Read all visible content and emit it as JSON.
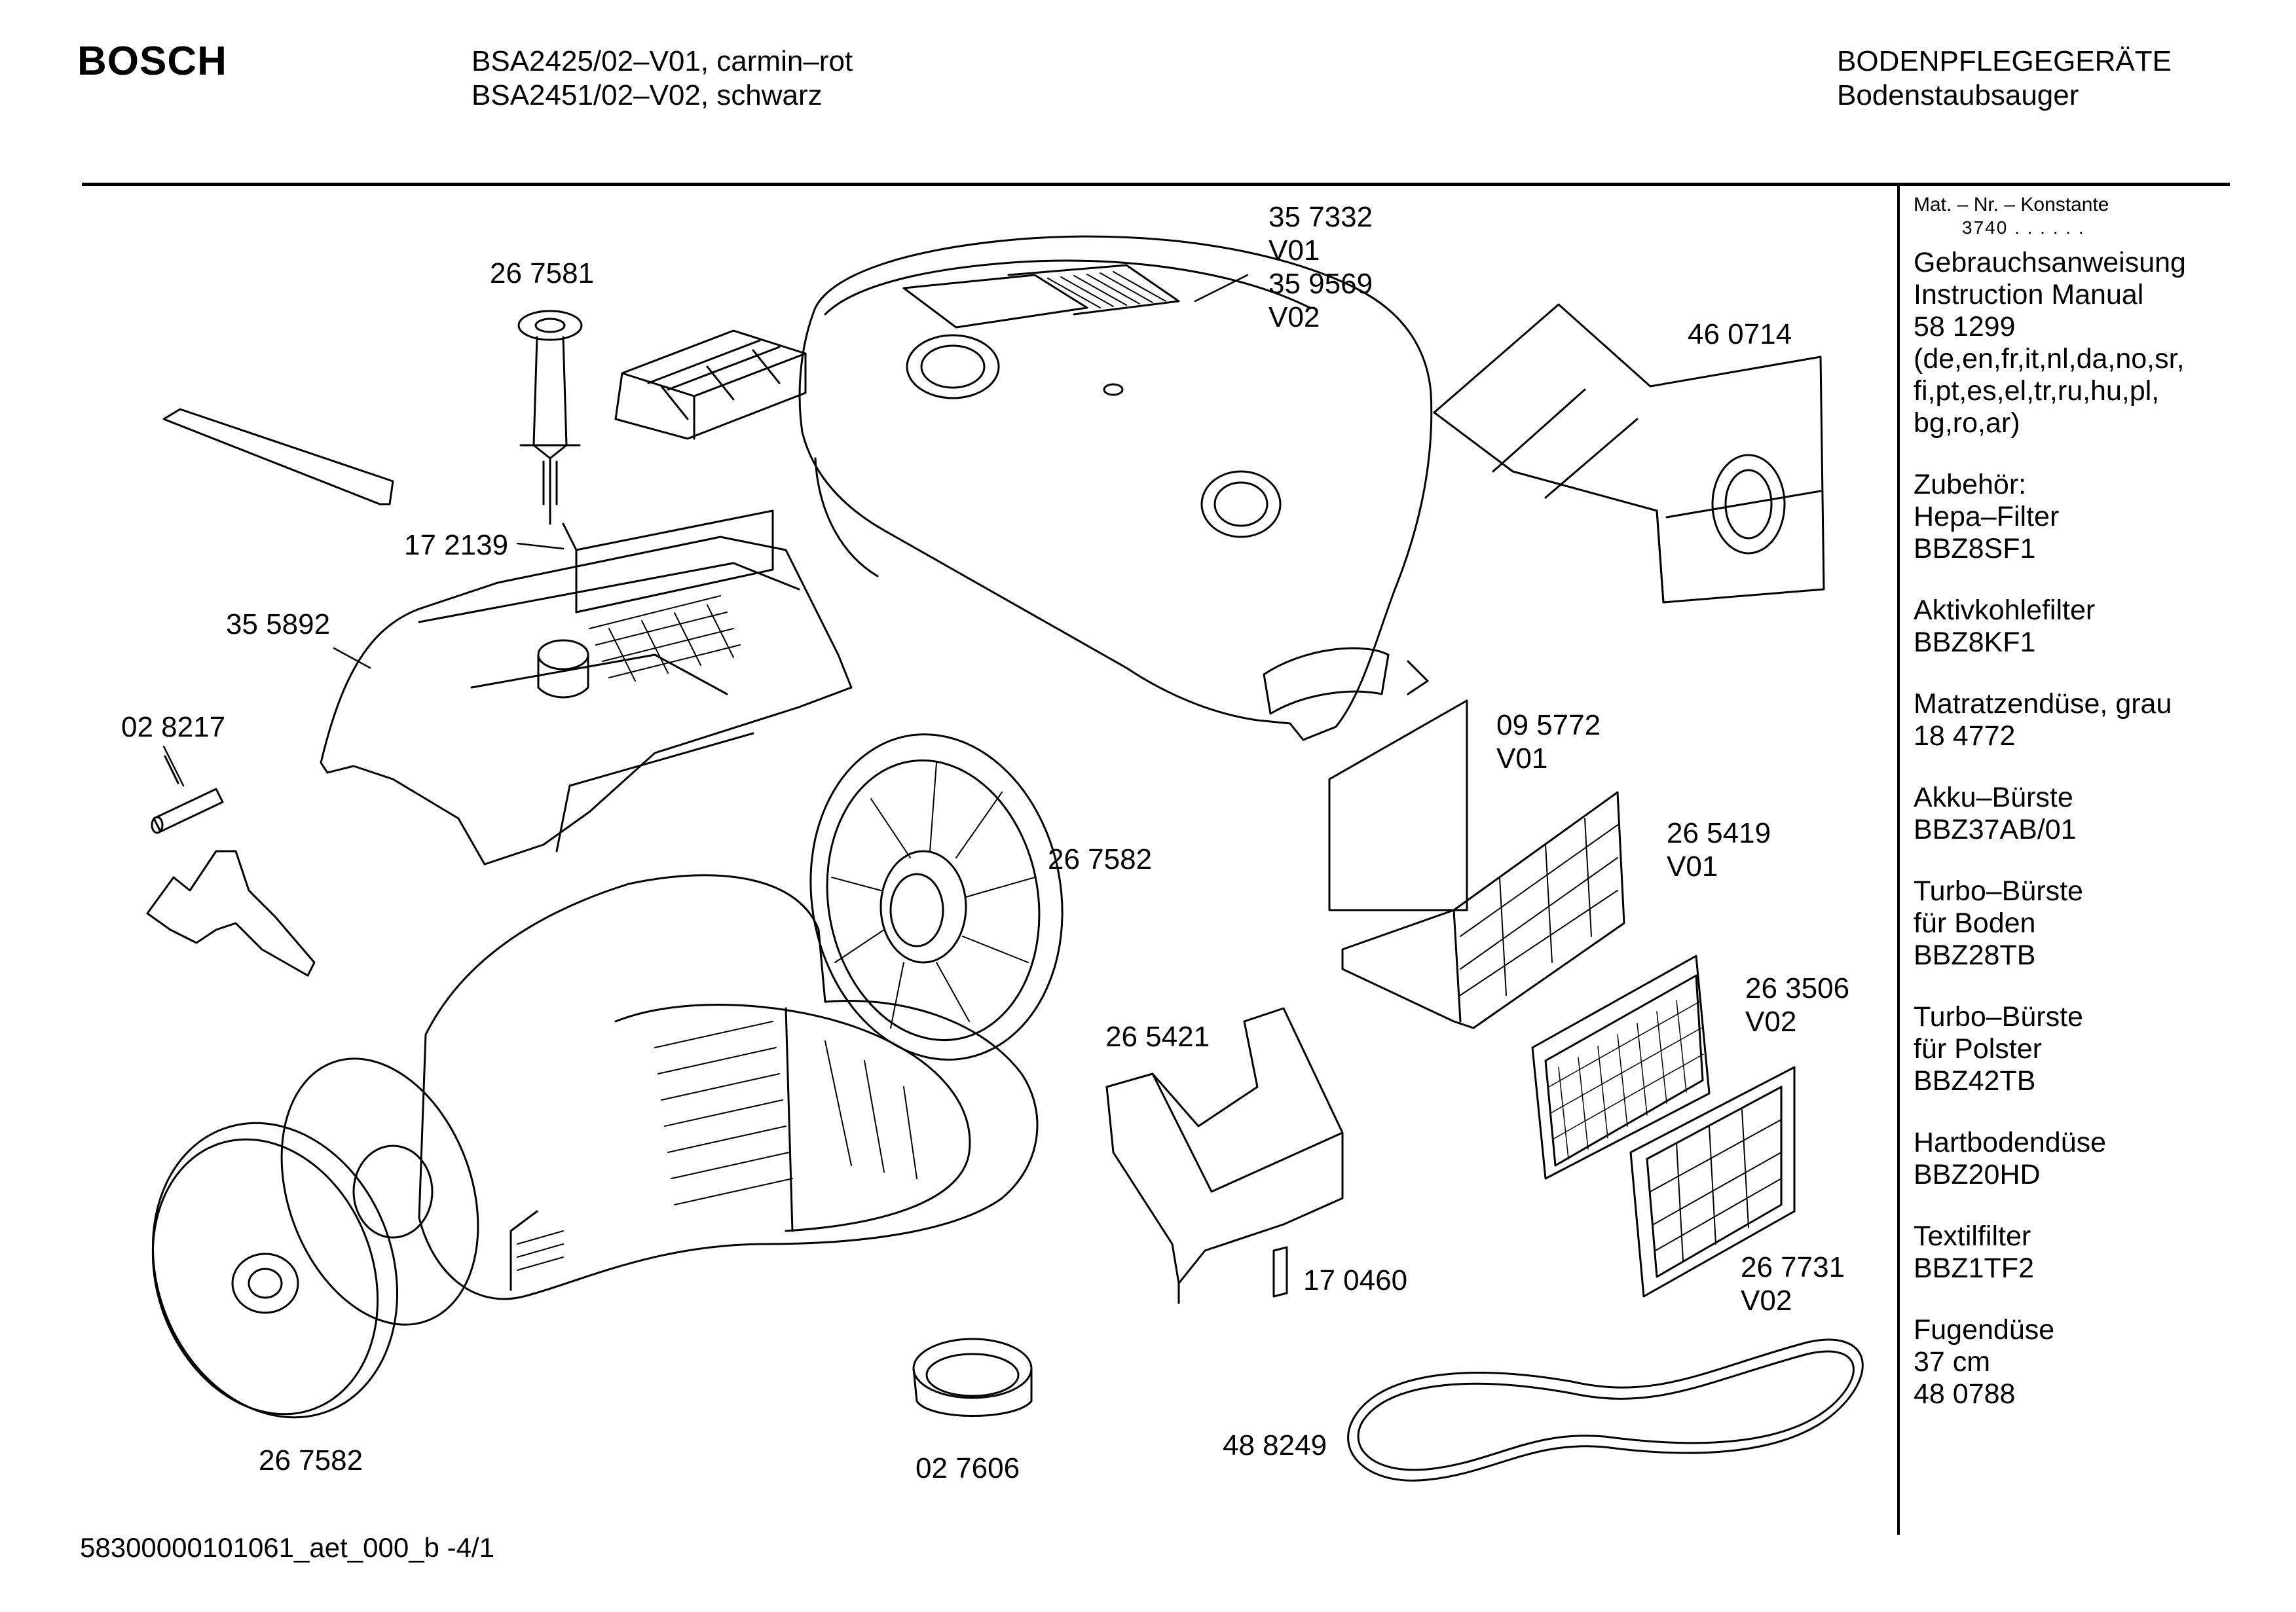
{
  "header": {
    "brand": "BOSCH",
    "model_line_1": "BSA2425/02–V01, carmin–rot",
    "model_line_2": "BSA2451/02–V02, schwarz",
    "category_line_1": "BODENPFLEGEGERÄTE",
    "category_line_2": "Bodenstaubsauger"
  },
  "parts": {
    "p267581": "26 7581",
    "p357332": "35 7332",
    "p357332_v": "V01",
    "p359569": "35 9569",
    "p359569_v": "V02",
    "p460714": "46 0714",
    "p172139": "17 2139",
    "p355892": "35 5892",
    "p028217": "02 8217",
    "p095772": "09 5772",
    "p095772_v": "V01",
    "p265419": "26 5419",
    "p265419_v": "V01",
    "p267582a": "26 7582",
    "p263506": "26 3506",
    "p263506_v": "V02",
    "p265421": "26 5421",
    "p170460": "17 0460",
    "p267731": "26 7731",
    "p267731_v": "V02",
    "p488249": "48 8249",
    "p267582b": "26 7582",
    "p027606": "02 7606"
  },
  "sidebar": {
    "mat_label": "Mat. – Nr. – Konstante",
    "mat_value": "3740 .  .  .  .  .  .",
    "sections": [
      [
        "Gebrauchsanweisung",
        "Instruction Manual",
        "58 1299",
        "(de,en,fr,it,nl,da,no,sr,",
        "fi,pt,es,el,tr,ru,hu,pl,",
        "bg,ro,ar)"
      ],
      [
        "Zubehör:",
        "Hepa–Filter",
        "BBZ8SF1"
      ],
      [
        "Aktivkohlefilter",
        "BBZ8KF1"
      ],
      [
        "Matratzendüse, grau",
        "18 4772"
      ],
      [
        "Akku–Bürste",
        "BBZ37AB/01"
      ],
      [
        "Turbo–Bürste",
        "für Boden",
        "BBZ28TB"
      ],
      [
        "Turbo–Bürste",
        "für Polster",
        "BBZ42TB"
      ],
      [
        "Hartbodendüse",
        "BBZ20HD"
      ],
      [
        "Textilfilter",
        "BBZ1TF2"
      ],
      [
        "Fugendüse",
        "37 cm",
        "48 0788"
      ]
    ]
  },
  "footer": {
    "code": "58300000101061_aet_000_b  -4/1"
  }
}
